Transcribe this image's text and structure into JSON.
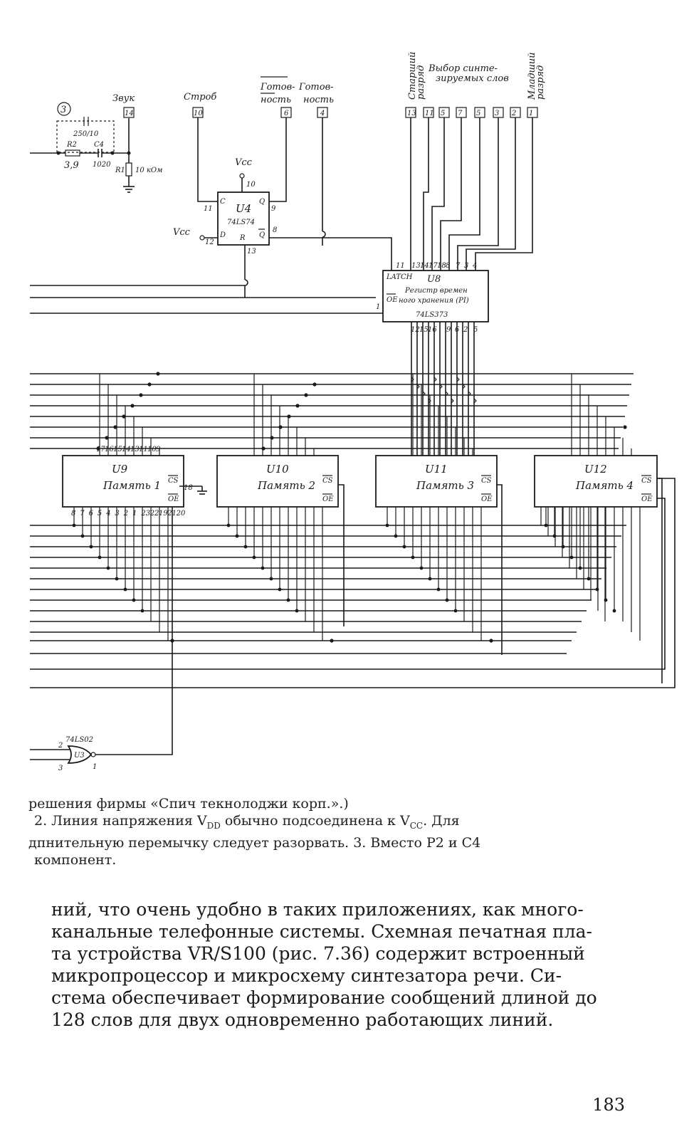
{
  "schematic": {
    "top_labels": {
      "circle_num": "3",
      "sound": "Звук",
      "sound_pin": "14",
      "strobe": "Строб",
      "strobe_pin": "10",
      "ready_n": "Готов-",
      "ready_n2": "ность",
      "ready_n_pin": "6",
      "ready": "Готов-",
      "ready2": "ность",
      "ready_pin": "4",
      "msb": "Старший",
      "msb2": "разряд",
      "select": "Выбор синте-",
      "select2": "зируемых слов",
      "lsb": "Младший",
      "lsb2": "разряд",
      "word_pins": [
        "13",
        "11",
        "5",
        "7",
        "5",
        "3",
        "2",
        "1"
      ]
    },
    "rc": {
      "cap_top": "250/10",
      "r2": "R2",
      "c4": "C4",
      "r2_val": "3,9",
      "c4_val": "1020",
      "r1": "R1",
      "r1_val": "10 кОм"
    },
    "u4": {
      "name": "U4",
      "part": "74LS74",
      "vcc_top": "Vcc",
      "pin_c": "C",
      "pin_q": "Q",
      "pin_d": "D",
      "pin_r": "R",
      "pin_qn": "Q",
      "p10": "10",
      "p11": "11",
      "p9": "9",
      "p12": "12",
      "p8": "8",
      "p13": "13",
      "vcc_left": "Vcc"
    },
    "u8": {
      "latch": "LATCH",
      "name": "U8",
      "line1": "Регистр времен",
      "line2": "ного хранения (PI)",
      "part": "74LS373",
      "oe": "OE",
      "p1": "1",
      "top_pins": [
        "11",
        "13",
        "14",
        "17",
        "18",
        "8",
        "7",
        "3",
        "4"
      ],
      "bottom_pins": [
        "12",
        "15",
        "16",
        "9",
        "6",
        "2",
        "5"
      ]
    },
    "memories": [
      {
        "name": "U9",
        "label": "Память 1",
        "cs": "CS",
        "oe": "OE"
      },
      {
        "name": "U10",
        "label": "Память 2",
        "cs": "CS",
        "oe": "OE"
      },
      {
        "name": "U11",
        "label": "Память 3",
        "cs": "CS",
        "oe": "OE"
      },
      {
        "name": "U12",
        "label": "Память 4",
        "cs": "CS",
        "oe": "OE"
      }
    ],
    "u9_top_pins": [
      "17",
      "16",
      "15",
      "14",
      "13",
      "11",
      "10",
      "9"
    ],
    "u9_bottom_pins": [
      "8",
      "7",
      "6",
      "5",
      "4",
      "3",
      "2",
      "1",
      "23",
      "22",
      "19",
      "21",
      "20"
    ],
    "u9_cs_pin": "18",
    "gate": {
      "part": "74LS02",
      "name": "U3",
      "in1": "2",
      "in2": "3",
      "out": "1"
    }
  },
  "caption": {
    "line1": "решения фирмы «Спич текнолоджи корп.».)",
    "line2": "2. Линия напряжения  V",
    "line2_sub": "DD",
    "line2_b": "  обычно подсоединена к  V",
    "line2_sub2": "CC",
    "line2_c": ". Для",
    "line3": "дпнительную перемычку следует разорвать. 3. Вместо Р2 и С4",
    "line4": "компонент."
  },
  "body": {
    "lines": [
      "ний, что очень удобно в таких приложениях, как много-",
      "канальные телефонные системы. Схемная печатная пла-",
      "та устройства VR/S100 (рис. 7.36) содержит встроенный",
      "микропроцессор и микросхему синтезатора речи. Си-",
      "стема обеспечивает формирование сообщений длиной до",
      "128 слов для двух одновременно работающих линий."
    ]
  },
  "page_number": "183"
}
